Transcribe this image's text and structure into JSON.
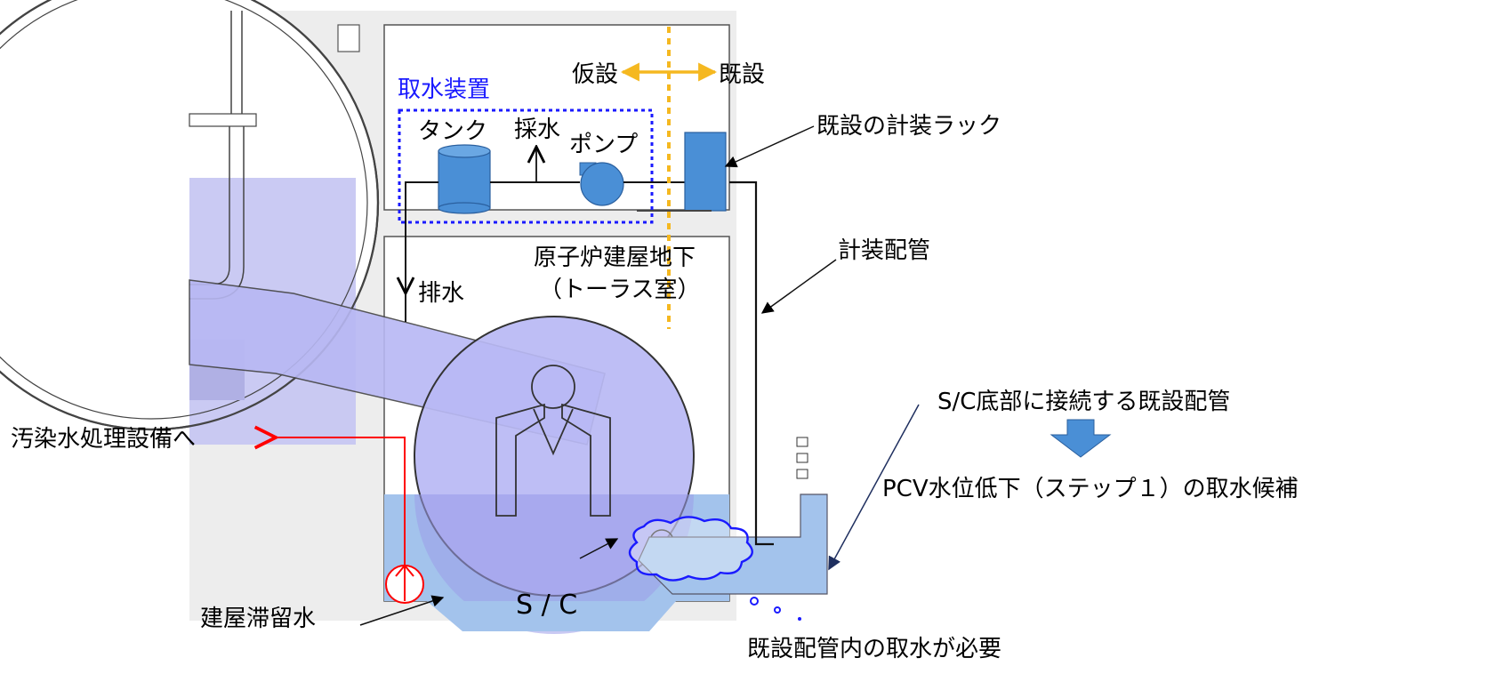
{
  "labels": {
    "intake_device": "取水装置",
    "temporary": "仮設",
    "existing": "既設",
    "tank": "タンク",
    "sampling": "採水",
    "pump": "ポンプ",
    "existing_rack": "既設の計装ラック",
    "instrument_piping": "計装配管",
    "reactor_basement": "原子炉建屋地下",
    "torus_room": "（トーラス室）",
    "drainage": "排水",
    "sc_bottom_pipe": "S/C底部に接続する既設配管",
    "pcv_candidate": "PCV水位低下（ステップ１）の取水候補",
    "contaminated_water": "汚染水処理設備へ",
    "building_water": "建屋滞留水",
    "sc": "S / C",
    "intake_needed": "既設配管内の取水が必要"
  },
  "colors": {
    "water_purple": "#b8b8f4",
    "water_blue": "#a3c3ec",
    "equipment_blue": "#4a8fd6",
    "boundary_orange": "#f5b820",
    "device_blue": "#1a1aff",
    "flow_red": "#ff0000",
    "navy_line": "#1f2f5f",
    "building_gray": "#ededed"
  },
  "icons": {
    "step_arrow": "down-arrow-icon",
    "pump": "pump-icon",
    "tank": "tank-icon"
  }
}
